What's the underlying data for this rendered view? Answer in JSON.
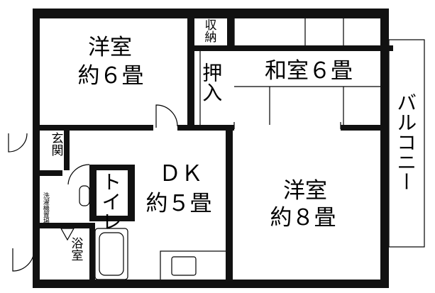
{
  "floor_plan": {
    "rooms": {
      "western_6": {
        "name": "洋室",
        "size": "約６畳"
      },
      "storage": {
        "name": "収納"
      },
      "closet": {
        "name": "押入"
      },
      "japanese_6": {
        "name": "和室６畳"
      },
      "balcony": {
        "name": "バルコニー"
      },
      "entrance": {
        "name": "玄関"
      },
      "laundry": {
        "name": "洗濯機置場"
      },
      "toilet": {
        "name": "トイレ"
      },
      "dk": {
        "name": "ＤＫ",
        "size": "約５畳"
      },
      "western_8": {
        "name": "洋室",
        "size": "約８畳"
      },
      "bath": {
        "name": "浴室"
      }
    }
  }
}
